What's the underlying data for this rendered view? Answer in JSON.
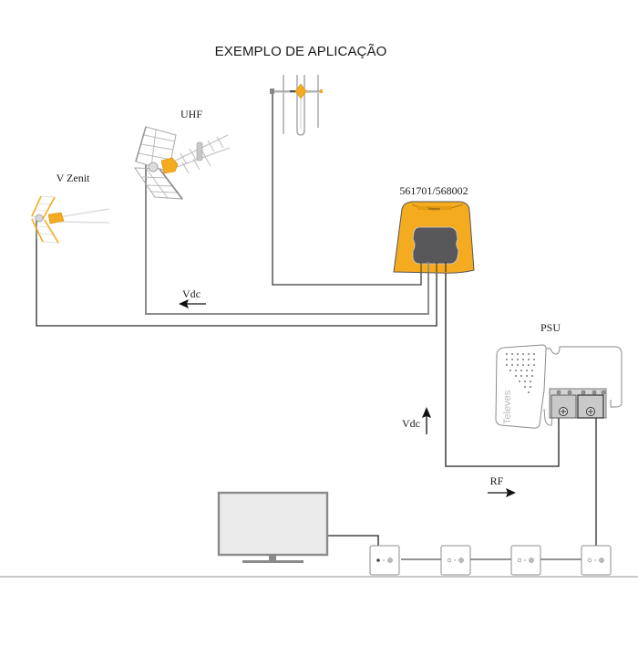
{
  "title": "EXEMPLO DE APLICAÇÃO",
  "labels": {
    "uhf": "UHF",
    "vzenit": "V Zenit",
    "amplifier": "561701/568002",
    "psu": "PSU",
    "vdc_left": "Vdc",
    "vdc_up": "Vdc",
    "rf": "RF"
  },
  "psu_brand": "Televes",
  "components": [
    {
      "id": "vhf-antenna",
      "type": "Dipole antenna (top)"
    },
    {
      "id": "uhf-antenna",
      "type": "UHF antenna",
      "label": "UHF"
    },
    {
      "id": "vzenit-antenna",
      "type": "V Zenit antenna",
      "label": "V Zenit"
    },
    {
      "id": "amplifier",
      "type": "Mast amplifier",
      "label": "561701/568002"
    },
    {
      "id": "psu",
      "type": "Power supply unit",
      "label": "PSU"
    },
    {
      "id": "tv",
      "type": "Television"
    },
    {
      "id": "outlets",
      "type": "Wall outlets",
      "count": 4
    }
  ],
  "signal_arrows": [
    {
      "label": "Vdc",
      "direction": "left"
    },
    {
      "label": "Vdc",
      "direction": "up"
    },
    {
      "label": "RF",
      "direction": "right"
    }
  ],
  "colors": {
    "accent_orange": "#f5ab1f",
    "amplifier_window": "#58585a",
    "cable_dark": "#2b2b2b",
    "cable_gray": "#8c8c8c",
    "outline_gray": "#9a9a9a"
  }
}
